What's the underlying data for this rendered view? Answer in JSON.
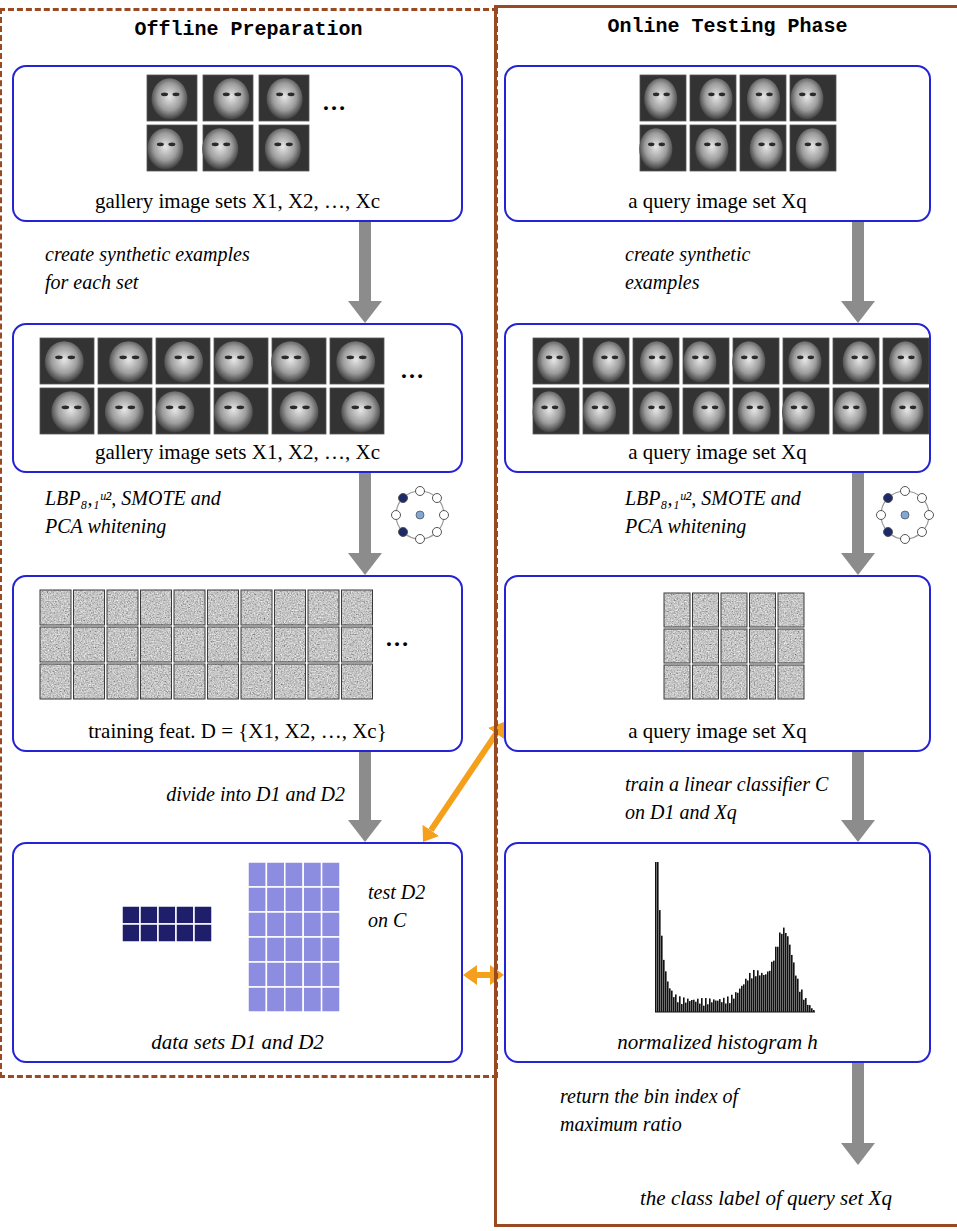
{
  "diagram": {
    "nodes": [
      {
        "text": [
          "Offline Preparation"
        ]
      },
      {
        "text": [
          "Online Testing Phase"
        ]
      },
      {
        "text": [
          "gallery image sets X1, X2, …, Xc"
        ],
        "in": 0
      },
      {
        "text": [
          "gallery image sets X1, X2, …, Xc"
        ],
        "in": 0
      },
      {
        "text": [
          "training feat. D = {X1, X2, …, Xc}"
        ],
        "in": 0
      },
      {
        "text": [
          "data sets D1 and D2"
        ],
        "in": 0
      },
      {
        "text": [
          "a query image set Xq"
        ],
        "in": 1
      },
      {
        "text": [
          "a query image set Xq"
        ],
        "in": 1
      },
      {
        "text": [
          "a query image set Xq"
        ],
        "in": 1
      },
      {
        "text": [
          "normalized histogram h"
        ],
        "in": 1
      }
    ],
    "edges": [
      {
        "from": 2,
        "to": 3,
        "arrow": "to",
        "label": "create synthetic examples for each set"
      },
      {
        "from": 3,
        "to": 4,
        "arrow": "to",
        "label": "LBP₈,₁ᵘ², SMOTE and PCA whitening"
      },
      {
        "from": 4,
        "to": 5,
        "arrow": "to",
        "label": "divide into D1 and D2"
      },
      {
        "from": 6,
        "to": 7,
        "arrow": "to",
        "label": "create synthetic examples"
      },
      {
        "from": 7,
        "to": 8,
        "arrow": "to",
        "label": "LBP₈,₁ᵘ², SMOTE and PCA whitening"
      },
      {
        "from": 8,
        "to": 9,
        "arrow": "to",
        "label": "train a linear classifier C on D1 and Xq"
      },
      {
        "from": 5,
        "to": 8,
        "arrow": "both"
      },
      {
        "from": 5,
        "to": 9,
        "arrow": "both",
        "label": "test D2 on C"
      }
    ],
    "labels": [
      "…",
      "…",
      "…",
      "return the bin index of maximum ratio",
      "the class label of query set Xq"
    ]
  }
}
